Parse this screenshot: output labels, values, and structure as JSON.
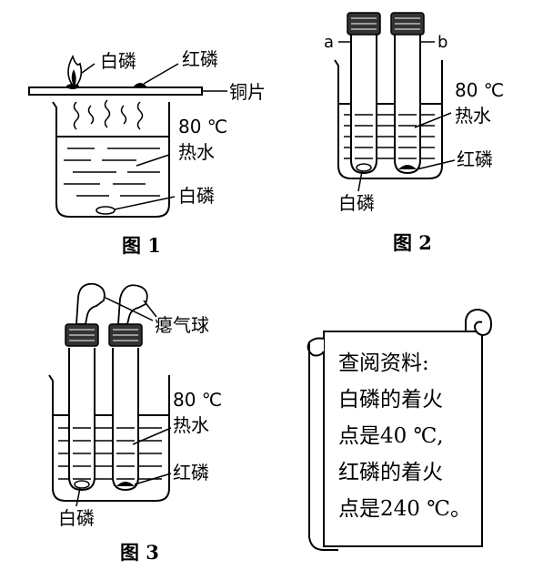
{
  "figure1": {
    "caption": "图 1",
    "labels": {
      "white_p_top": "白磷",
      "red_p": "红磷",
      "copper": "铜片",
      "temp": "80 ℃",
      "water": "热水",
      "white_p_bottom": "白磷"
    }
  },
  "figure2": {
    "caption": "图 2",
    "labels": {
      "a": "a",
      "b": "b",
      "temp": "80 ℃",
      "water": "热水",
      "red_p": "红磷",
      "white_p": "白磷"
    }
  },
  "figure3": {
    "caption": "图 3",
    "labels": {
      "balloon": "瘪气球",
      "temp": "80 ℃",
      "water": "热水",
      "red_p": "红磷",
      "white_p": "白磷"
    }
  },
  "scroll_note": {
    "lines": [
      "查阅资料:",
      "白磷的着火",
      "点是40 ℃,",
      "红磷的着火",
      "点是240 ℃。"
    ]
  },
  "colors": {
    "ink": "#000000",
    "paper": "#ffffff",
    "stopper": "#333333"
  }
}
